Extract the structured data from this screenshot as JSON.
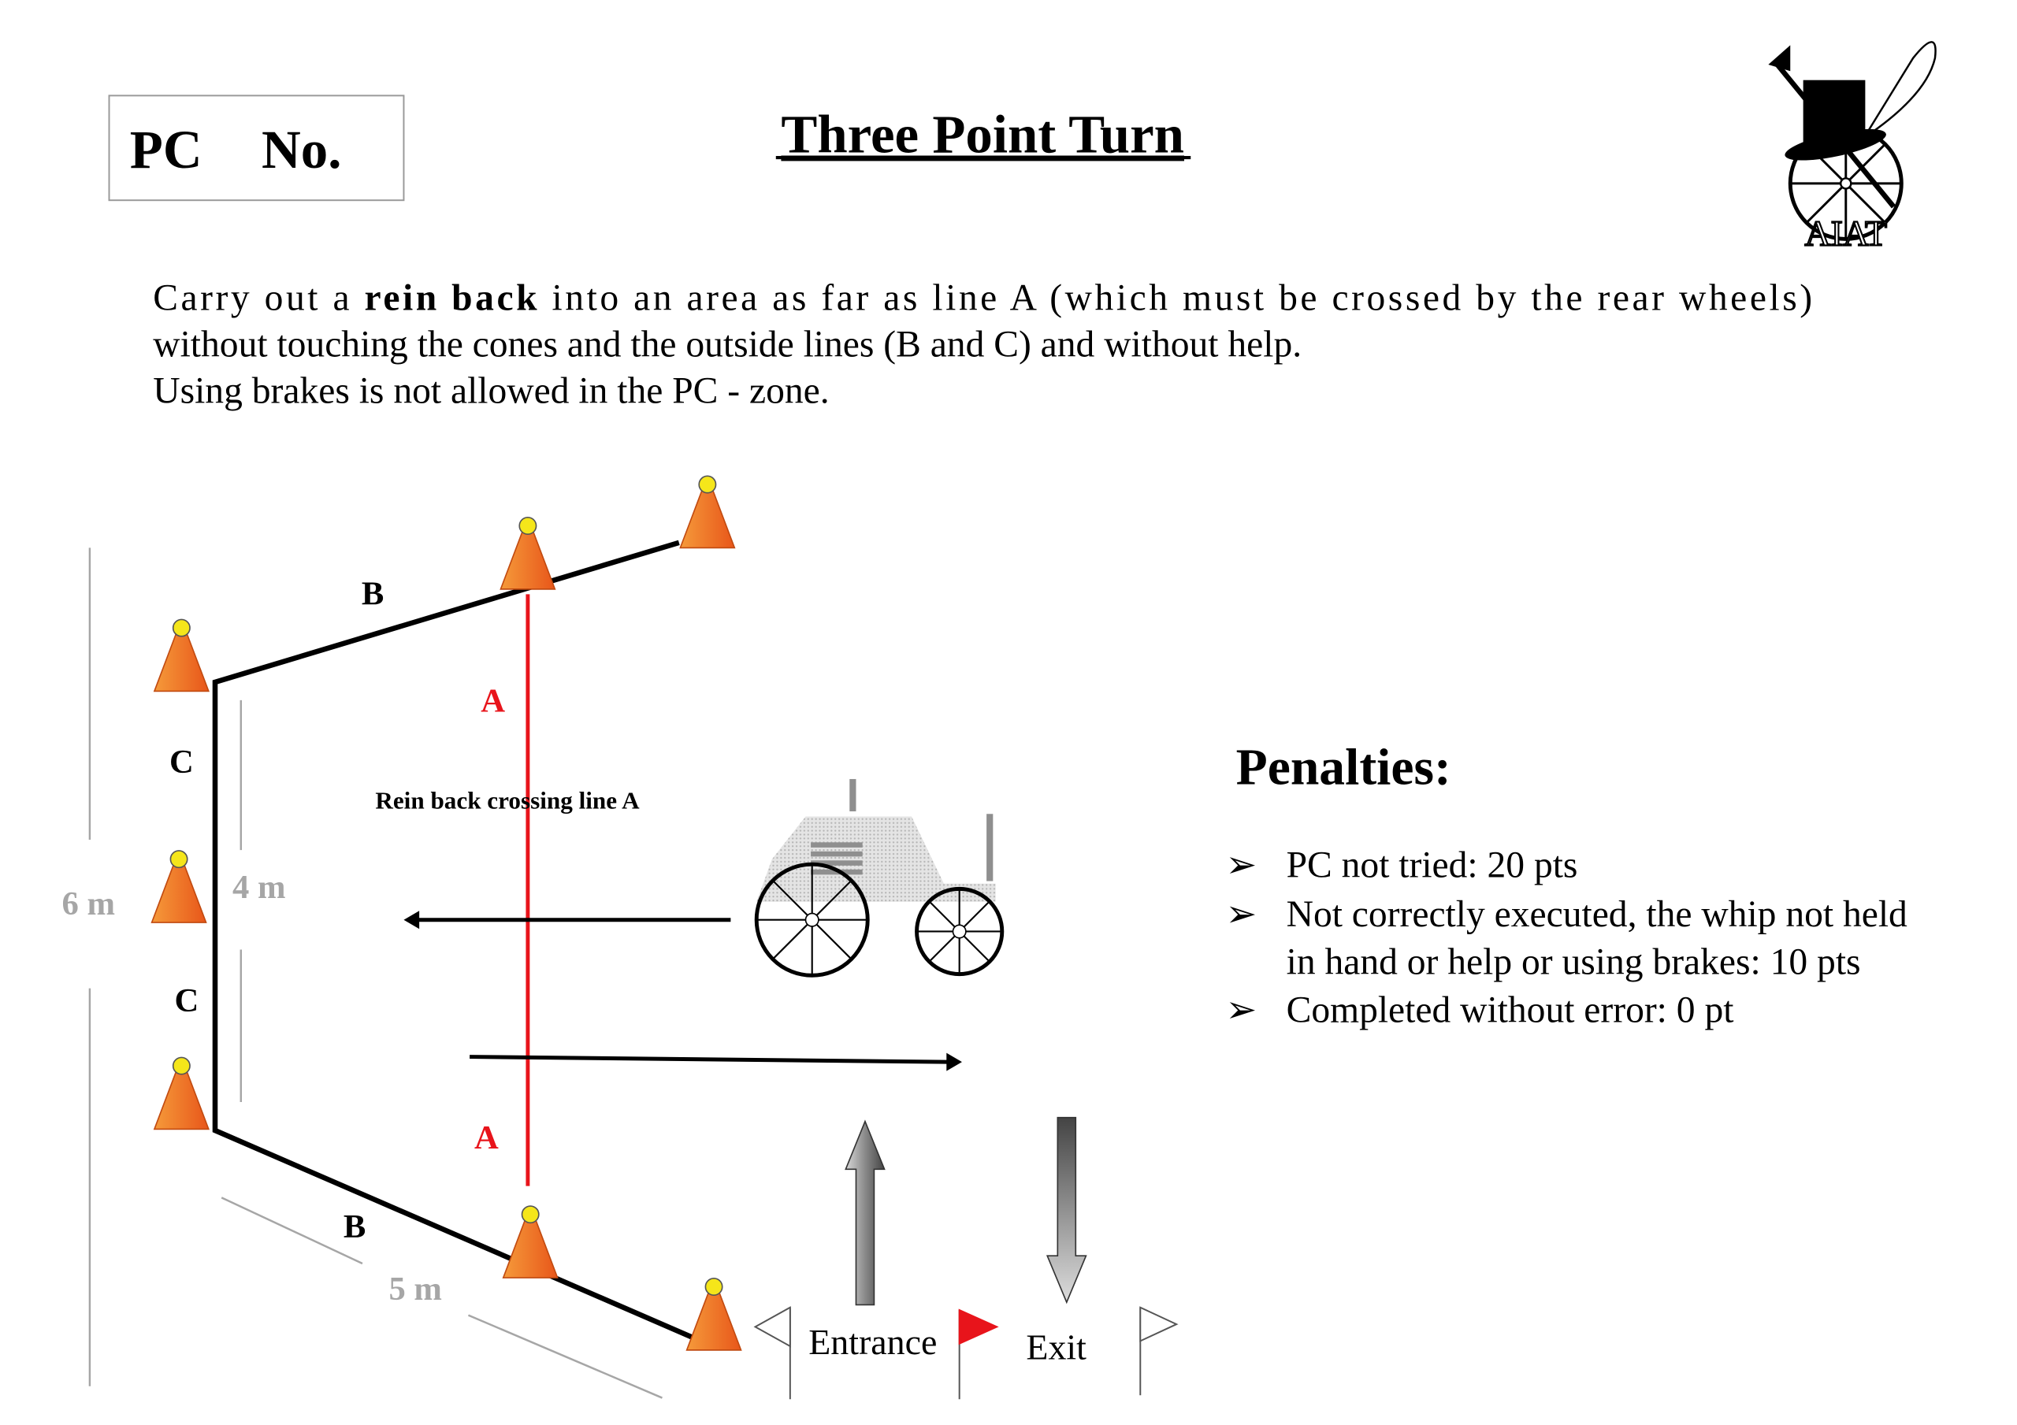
{
  "header": {
    "pc_label": "PC",
    "no_label": "No.",
    "title": "Three Point Turn",
    "logo_text": "AIAT"
  },
  "instructions": {
    "line1_pre": "Carry out a ",
    "line1_bold": "rein back",
    "line1_post": " into an area as far as line A (which must be crossed by the rear wheels)",
    "line2": "without touching the cones and the outside lines (B and C) and without help.",
    "line3": "Using brakes is not allowed in the PC - zone."
  },
  "diagram": {
    "label_b": "B",
    "label_c": "C",
    "label_a": "A",
    "rein_back_label": "Rein back crossing line A",
    "dim_6m": "6 m",
    "dim_4m": "4 m",
    "dim_5m": "5 m",
    "entrance_label": "Entrance",
    "exit_label": "Exit",
    "colors": {
      "line_a": "#e8141b",
      "cone": "#f06a1c",
      "cone_top": "#f5e61a",
      "flag": "#e8141b",
      "dimension": "#a6a6a6"
    }
  },
  "penalties": {
    "heading": "Penalties:",
    "bullet": "➢",
    "items": [
      {
        "line1": "PC not tried: 20 pts"
      },
      {
        "line1": "Not correctly executed, the whip not held",
        "line2": "in hand or help or using brakes: 10 pts"
      },
      {
        "line1": "Completed without error: 0 pt"
      }
    ]
  }
}
